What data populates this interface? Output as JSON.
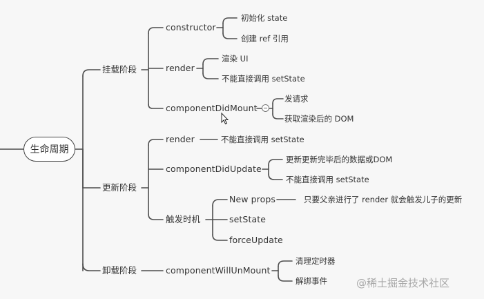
{
  "root": {
    "label": "生命周期"
  },
  "phases": [
    {
      "label": "挂载阶段",
      "children": [
        {
          "label": "constructor",
          "items": [
            "初始化 state",
            "创建 ref 引用"
          ]
        },
        {
          "label": "render",
          "items": [
            "渲染 UI",
            "不能直接调用 setState"
          ]
        },
        {
          "label": "componentDidMount",
          "items": [
            "发请求",
            "获取渲染后的 DOM"
          ]
        }
      ]
    },
    {
      "label": "更新阶段",
      "children": [
        {
          "label": "render",
          "items": [
            "不能直接调用 setState"
          ]
        },
        {
          "label": "componentDidUpdate",
          "items": [
            "更新更新完毕后的数据或DOM",
            "不能直接调用 setState"
          ]
        },
        {
          "label": "触发时机",
          "triggers": [
            {
              "label": "New props",
              "items": [
                "只要父亲进行了 render 就会触发儿子的更新"
              ]
            },
            {
              "label": "setState"
            },
            {
              "label": "forceUpdate"
            }
          ]
        }
      ]
    },
    {
      "label": "卸载阶段",
      "children": [
        {
          "label": "componentWillUnMount",
          "items": [
            "清理定时器",
            "解绑事件"
          ]
        }
      ]
    }
  ],
  "watermark": "@稀土掘金技术社区",
  "colors": {
    "line": "#4d4d4d",
    "background": "#f7f7f7",
    "node_border": "#444444"
  }
}
